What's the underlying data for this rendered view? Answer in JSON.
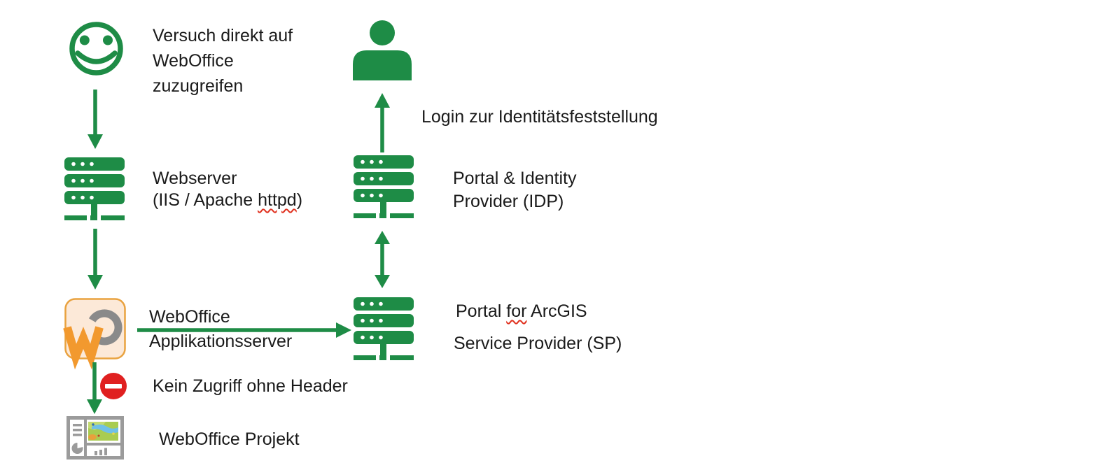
{
  "colors": {
    "green": "#1E8C46",
    "no_entry_red": "#E02020",
    "squiggle_red": "#E0301E",
    "logo_letter_orange": "#F2992E",
    "logo_border_orange": "#E9A23F",
    "logo_background": "#FCE9D8",
    "logo_arc_gray": "#8A8A8A",
    "project_icon_gray": "#9B9B9B",
    "text": "#1A1A1A"
  },
  "icons": {
    "user_attempt": "smiley-icon",
    "webserver": "server-icon",
    "weboffice_app": "weboffice-logo-icon",
    "denied": "no-entry-icon",
    "projekt": "weboffice-projekt-icon",
    "person": "person-icon",
    "idp": "server-icon",
    "sp": "server-icon"
  },
  "left_flow": {
    "user": {
      "line1": "Versuch direkt auf",
      "line2": "WebOffice",
      "line3": "zuzugreifen"
    },
    "webserver": {
      "title": "Webserver",
      "subtitle_pre": "(IIS / Apache ",
      "subtitle_word": "httpd",
      "subtitle_post": ")"
    },
    "weboffice": {
      "logo_letter": "w",
      "line1": "WebOffice",
      "line2": "Applikationsserver"
    },
    "denied": {
      "label": "Kein Zugriff ohne Header"
    },
    "projekt": {
      "label": "WebOffice Projekt"
    }
  },
  "right_flow": {
    "login_label": "Login zur Identitätsfeststellung",
    "idp": {
      "line1": "Portal & Identity",
      "line2": "Provider (IDP)"
    },
    "sp": {
      "line1_pre": "Portal ",
      "line1_word": "for",
      "line1_post": " ArcGIS",
      "line2": "Service Provider (SP)"
    }
  }
}
